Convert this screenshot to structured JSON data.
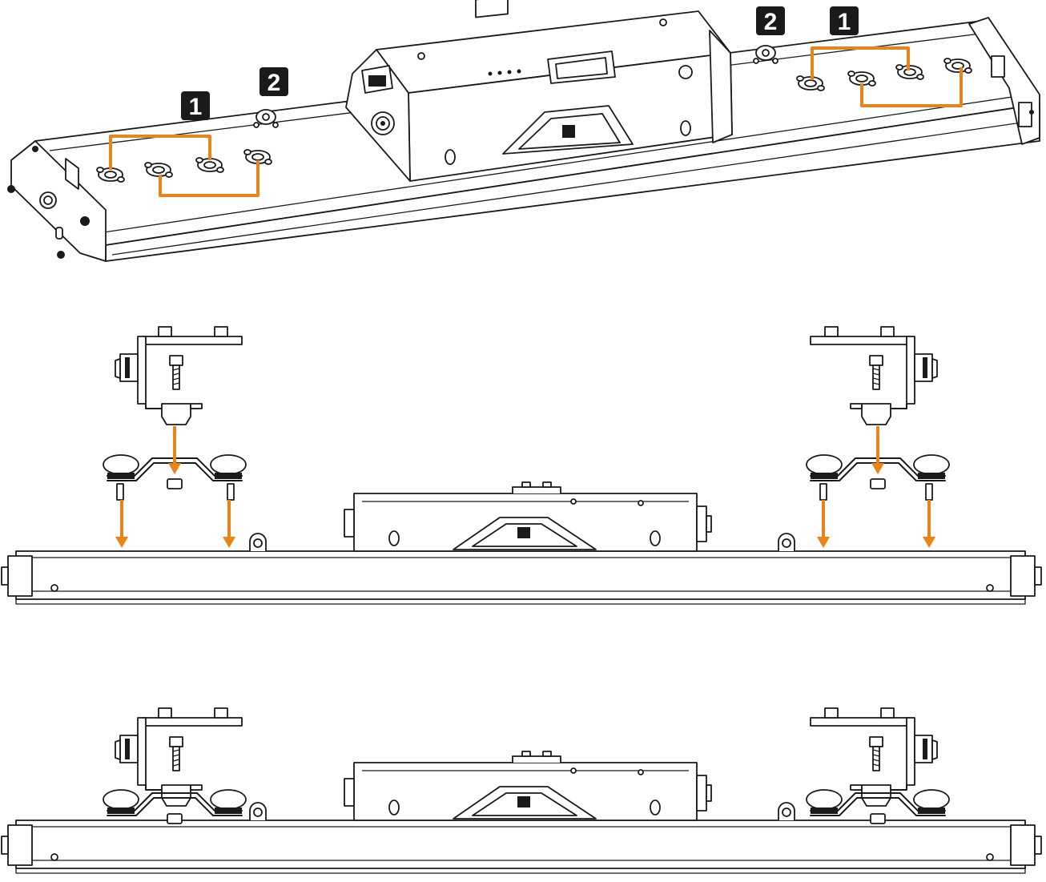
{
  "callouts": {
    "left_1": "1",
    "left_2": "2",
    "right_2": "2",
    "right_1": "1"
  },
  "colors": {
    "accent": "#e8841c",
    "line": "#1a1a1a",
    "badge": "#1a1a1a"
  }
}
